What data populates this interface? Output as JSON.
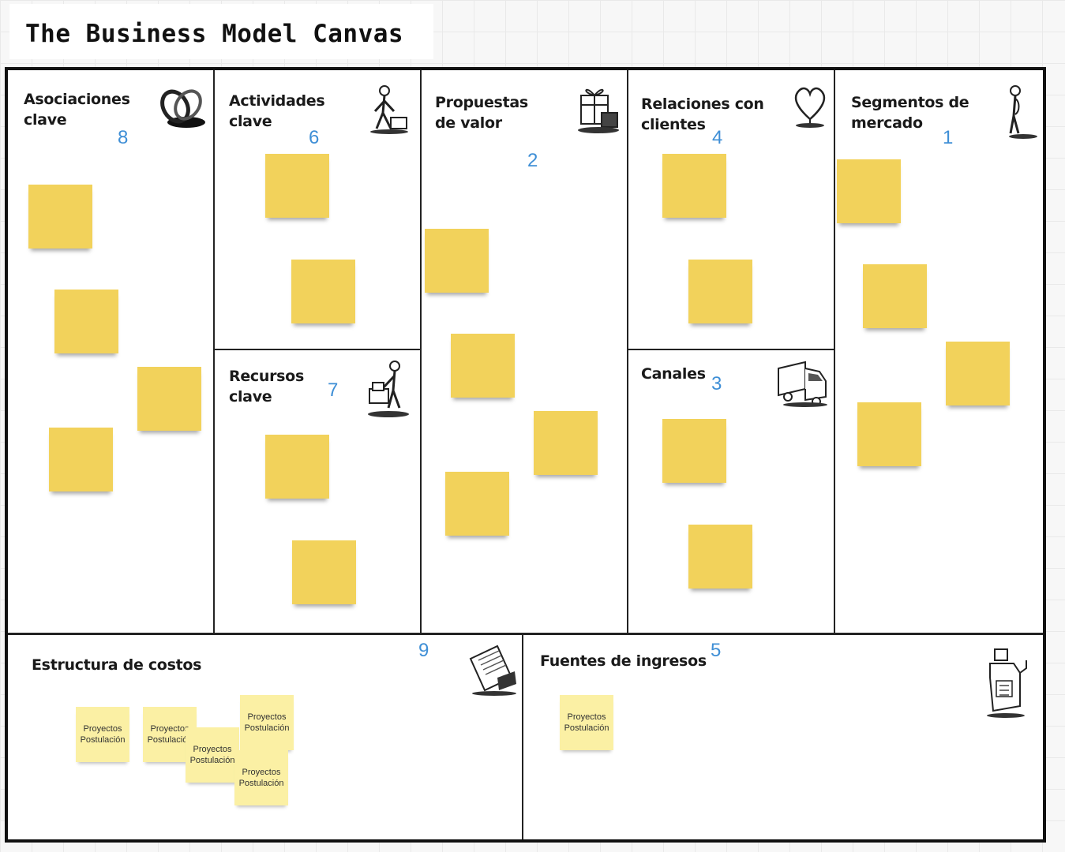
{
  "title": "The Business Model Canvas",
  "blocks": {
    "partners": {
      "title": "Asociaciones clave",
      "number": "8",
      "icon": "chain-links-icon"
    },
    "activities": {
      "title": "Actividades clave",
      "number": "6",
      "icon": "worker-icon"
    },
    "resources": {
      "title": "Recursos clave",
      "number": "7",
      "icon": "worker-cart-icon"
    },
    "value": {
      "title": "Propuestas de valor",
      "number": "2",
      "icon": "gift-icon"
    },
    "relationships": {
      "title": "Relaciones con clientes",
      "number": "4",
      "icon": "heart-icon"
    },
    "channels": {
      "title": "Canales",
      "number": "3",
      "icon": "truck-icon"
    },
    "segments": {
      "title": "Segmentos de mercado",
      "number": "1",
      "icon": "person-icon"
    },
    "costs": {
      "title": "Estructura de costos",
      "number": "9",
      "icon": "receipt-icon"
    },
    "revenue": {
      "title": "Fuentes de ingresos",
      "number": "5",
      "icon": "cash-register-icon"
    }
  },
  "notes": {
    "line1": "Proyectos",
    "line2": "Postulación"
  },
  "colors": {
    "sticky": "#f2d25b",
    "note": "#fbf0a4",
    "number": "#3f8fd6"
  }
}
